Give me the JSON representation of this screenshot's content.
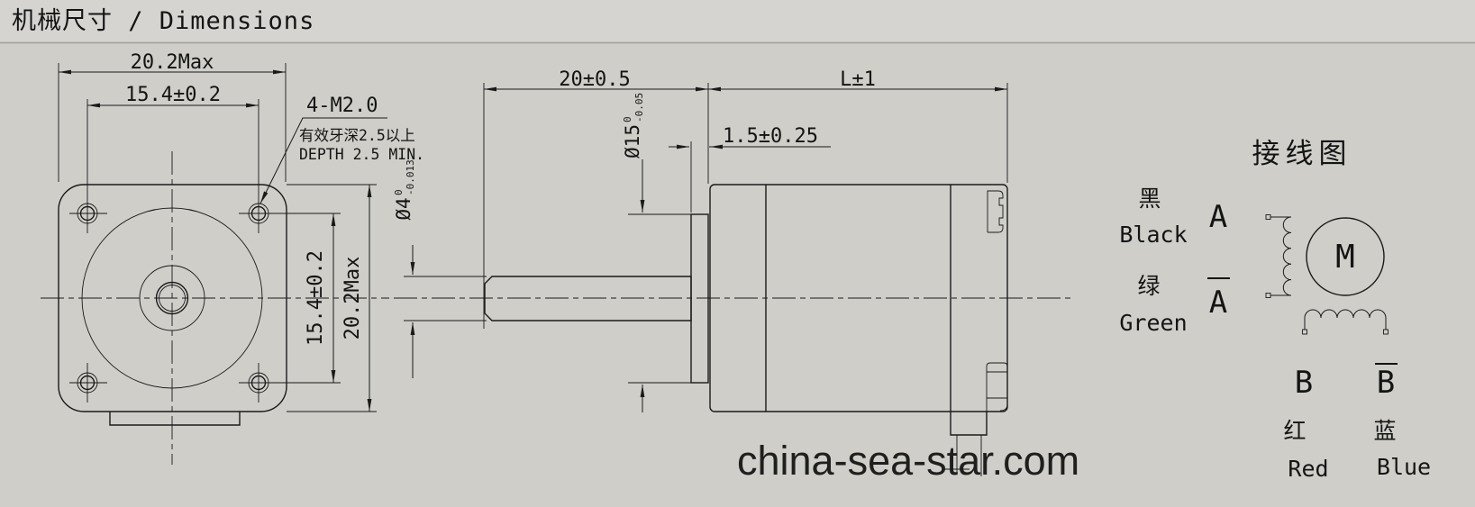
{
  "title": "机械尺寸 / Dimensions",
  "front_view": {
    "dim_width": "20.2Max",
    "dim_hole_pitch": "15.4±0.2",
    "thread_callout": "4-M2.0",
    "thread_note_cn": "有效牙深2.5以上",
    "thread_note_en": "DEPTH 2.5 MIN."
  },
  "side_view": {
    "dim_shaft_length": "20±0.5",
    "dim_body_length": "L±1",
    "dim_boss_thickness": "1.5±0.25",
    "boss_dia": {
      "value": "Ø15",
      "upper": "0",
      "lower": "-0.05"
    },
    "shaft_dia": {
      "value": "Ø4",
      "upper": "0",
      "lower": "-0.013"
    }
  },
  "wiring": {
    "title": "接线图",
    "motor": "M",
    "lead_a": {
      "label": "A",
      "cn": "黑",
      "en": "Black"
    },
    "lead_a_bar": {
      "label": "A",
      "cn": "绿",
      "en": "Green"
    },
    "lead_b": {
      "label": "B",
      "cn": "红",
      "en": "Red"
    },
    "lead_b_bar": {
      "label": "B",
      "cn": "蓝",
      "en": "Blue"
    }
  },
  "watermark": "china-sea-star.com",
  "colors": {
    "background": "#cfcec9",
    "header_background": "#d5d4d1",
    "line": "#1a1a1a",
    "watermark_text": "#1f1f1f"
  }
}
